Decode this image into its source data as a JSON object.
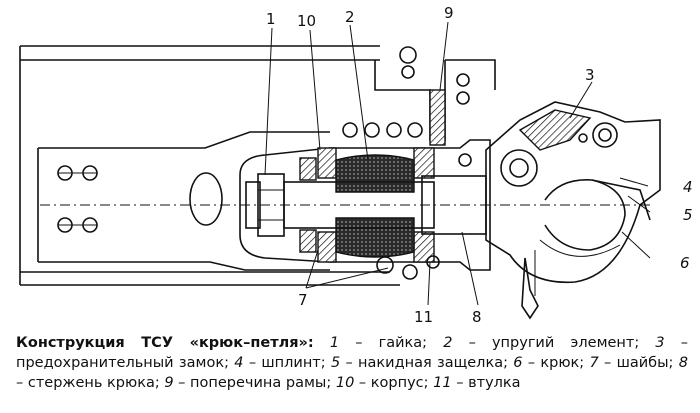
{
  "diagram": {
    "callouts": [
      {
        "id": "c1",
        "text": "1"
      },
      {
        "id": "c10",
        "text": "10"
      },
      {
        "id": "c2",
        "text": "2"
      },
      {
        "id": "c9",
        "text": "9"
      },
      {
        "id": "c3",
        "text": "3"
      },
      {
        "id": "c4",
        "text": "4"
      },
      {
        "id": "c5",
        "text": "5"
      },
      {
        "id": "c6",
        "text": "6"
      },
      {
        "id": "c7",
        "text": "7"
      },
      {
        "id": "c11",
        "text": "11"
      },
      {
        "id": "c8",
        "text": "8"
      }
    ]
  },
  "caption": {
    "title": "Конструкция ТСУ «крюк–петля»:",
    "parts": [
      {
        "num": "1",
        "text": " – гайка; "
      },
      {
        "num": "2",
        "text": " – упругий элемент; "
      },
      {
        "num": "3",
        "text": " – предохранительный замок; "
      },
      {
        "num": "4",
        "text": " – шплинт; "
      },
      {
        "num": "5",
        "text": " – накидная защелка; "
      },
      {
        "num": "6",
        "text": " – крюк; "
      },
      {
        "num": "7",
        "text": " – шайбы; "
      },
      {
        "num": "8",
        "text": " – стержень крюка; "
      },
      {
        "num": "9",
        "text": " – поперечина рамы; "
      },
      {
        "num": "10",
        "text": " – корпус; "
      },
      {
        "num": "11",
        "text": " – втулка"
      }
    ]
  }
}
